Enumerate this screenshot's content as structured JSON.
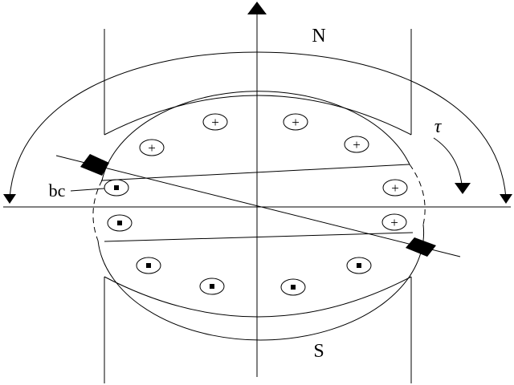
{
  "labels": {
    "north": "N",
    "south": "S",
    "torque": "τ",
    "brush": "bc"
  },
  "conductors": {
    "plus_symbol": "+",
    "count_plus": 6,
    "count_dot": 6
  },
  "colors": {
    "stroke": "#000000",
    "background": "#ffffff"
  }
}
